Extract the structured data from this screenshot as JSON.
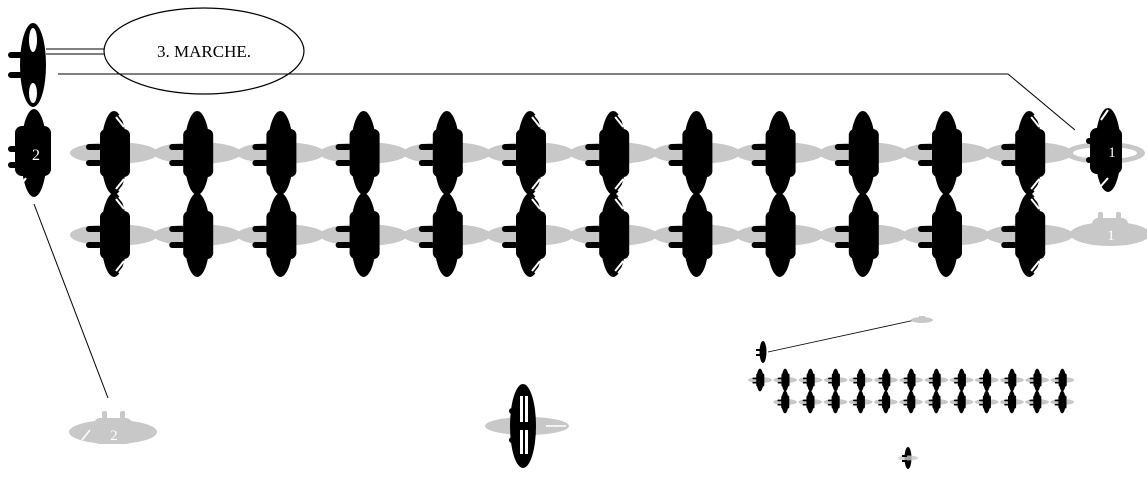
{
  "diagram": {
    "callout_label": "3. MARCHE.",
    "markers": {
      "front_right_label": "1",
      "front_left_label": "2",
      "ghost_right_label": "1",
      "ghost_left_label": "2"
    },
    "rows": {
      "soldiers_per_row": 12,
      "row_count": 2
    },
    "colors": {
      "figure": "#000000",
      "shadow": "#c8c8c8",
      "line": "#000000",
      "background": "#ffffff"
    }
  }
}
